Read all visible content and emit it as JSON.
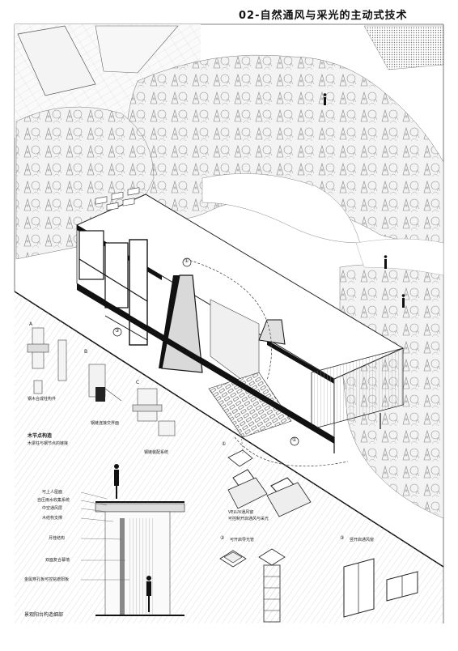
{
  "title": "02-自然通风与采光的主动式技术",
  "markers": {
    "m1": "①",
    "m2": "②",
    "m3": "③",
    "u1": "U",
    "u3": "①",
    "cap_a": "A",
    "cap_b": "B",
    "cap_c": "C",
    "d1": "①",
    "d2": "②",
    "d3": "③"
  },
  "annotations": {
    "joint_a": "钢木合成柱构件",
    "joint_b": "钢链连接交界面",
    "joint_c": "钢链装配系统",
    "wood_joint_title": "木节点构造",
    "wood_joint_sub": "木梁柱与钢节点的链接",
    "sec_1": "可上人屋面",
    "sec_2": "自压雨水收集系统",
    "sec_3": "中空通风层",
    "sec_4": "木结构支撑",
    "sec_5": "月桂结构",
    "sec_6": "双面复合幕墙",
    "sec_7": "金属穿孔板可控铭遮阳板",
    "sec_caption": "景观阳台构造细部",
    "velux_1": "VELUX通风窗",
    "velux_2": "可控制开启通风与采光",
    "dome": "可开启导光管",
    "win": "竖开启通风窗"
  }
}
